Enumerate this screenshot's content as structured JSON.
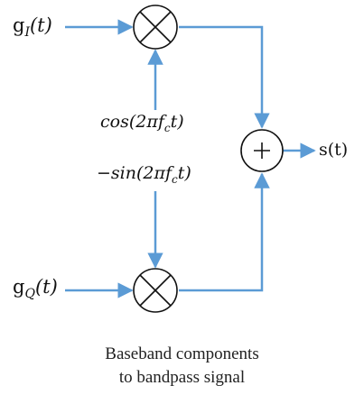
{
  "diagram": {
    "inputs": {
      "in_phase": {
        "symbol": "g",
        "subscript": "I",
        "arg": "(t)"
      },
      "quadrature": {
        "symbol": "g",
        "subscript": "Q",
        "arg": "(t)"
      }
    },
    "carriers": {
      "cos": {
        "prefix": "cos(2π",
        "f": "f",
        "sub": "c",
        "suffix": "t)"
      },
      "sin": {
        "prefix": "−sin(2π",
        "f": "f",
        "sub": "c",
        "suffix": "t)"
      }
    },
    "nodes": {
      "multiplier_symbol": "⊗",
      "adder_symbol": "+"
    },
    "output": {
      "label": "s(t)"
    },
    "caption": {
      "line1": "Baseband components",
      "line2": "to bandpass signal"
    },
    "colors": {
      "arrow": "#5b9bd5",
      "node_stroke": "#111111"
    }
  }
}
